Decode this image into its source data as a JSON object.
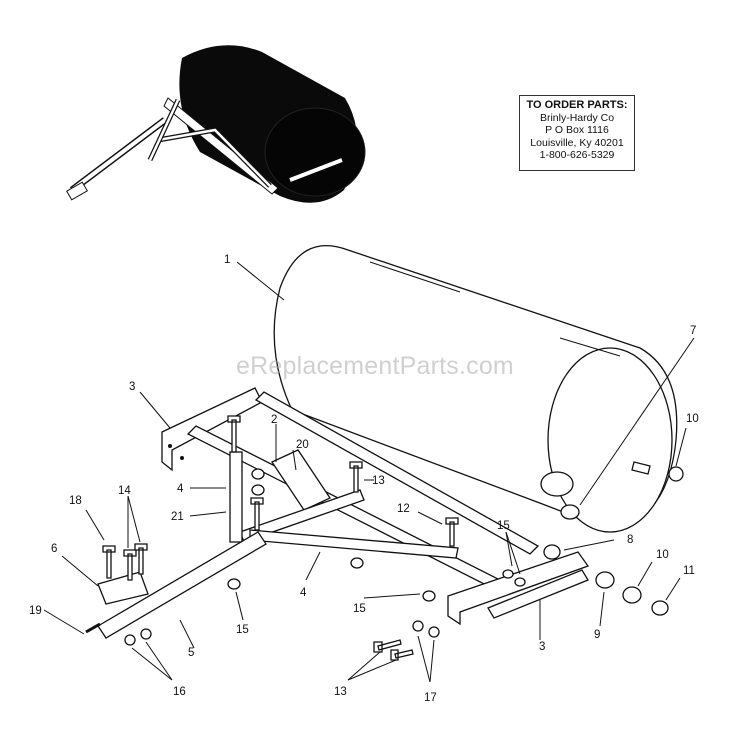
{
  "order_box": {
    "title": "TO ORDER PARTS:",
    "lines": [
      "Brinly-Hardy Co",
      "P O  Box 1116",
      "Louisville, Ky 40201",
      "1-800-626-5329"
    ]
  },
  "watermark": "eReplacementParts.com",
  "callouts": {
    "c1": "1",
    "c2": "2",
    "c3a": "3",
    "c3b": "3",
    "c4a": "4",
    "c4b": "4",
    "c5": "5",
    "c6": "6",
    "c7": "7",
    "c8": "8",
    "c9": "9",
    "c10a": "10",
    "c10b": "10",
    "c11": "11",
    "c12": "12",
    "c13a": "13",
    "c13b": "13",
    "c14": "14",
    "c15a": "15",
    "c15b": "15",
    "c15c": "15",
    "c16": "16",
    "c17": "17",
    "c18": "18",
    "c19": "19",
    "c20": "20",
    "c21": "21"
  }
}
